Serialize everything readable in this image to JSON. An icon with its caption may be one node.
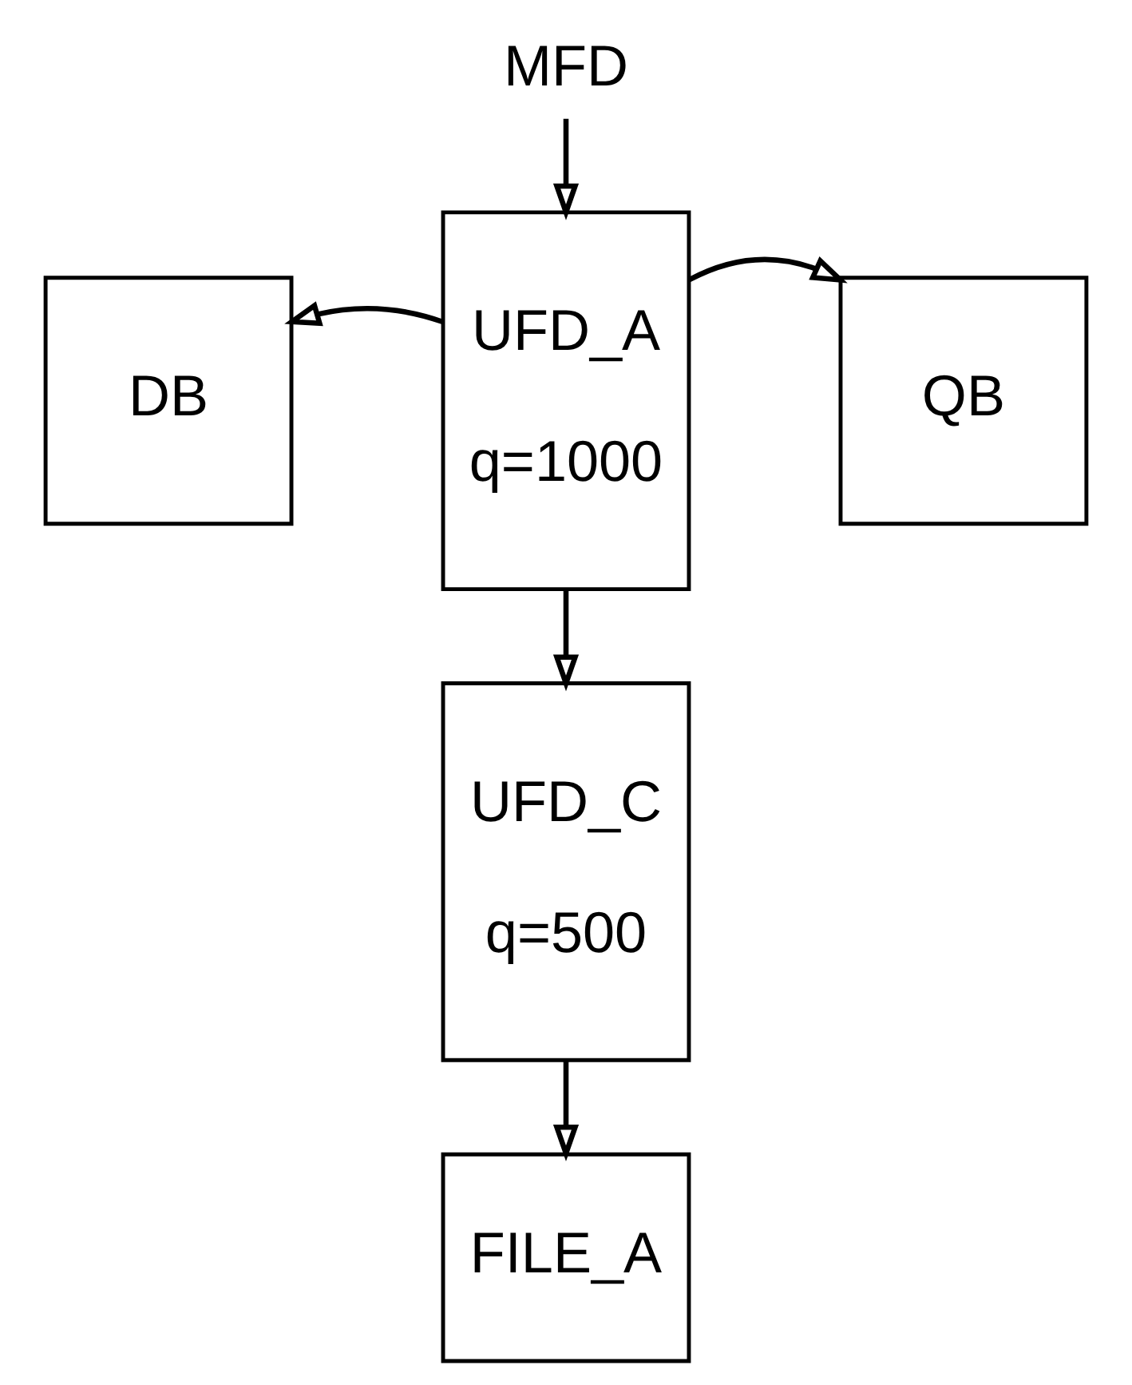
{
  "diagram": {
    "nodes": [
      {
        "text": [
          "MFD"
        ]
      },
      {
        "text": [
          "UFD_A",
          "q=1000"
        ]
      },
      {
        "text": [
          "DB"
        ]
      },
      {
        "text": [
          "QB"
        ]
      },
      {
        "text": [
          "UFD_C",
          "q=500"
        ]
      },
      {
        "text": [
          "FILE_A"
        ]
      }
    ],
    "edges": [
      {
        "from": 0,
        "to": 1,
        "arrow": "to"
      },
      {
        "from": 1,
        "to": 2,
        "arrow": "to"
      },
      {
        "from": 1,
        "to": 3,
        "arrow": "to"
      },
      {
        "from": 1,
        "to": 4,
        "arrow": "to"
      },
      {
        "from": 4,
        "to": 5,
        "arrow": "to"
      }
    ]
  }
}
